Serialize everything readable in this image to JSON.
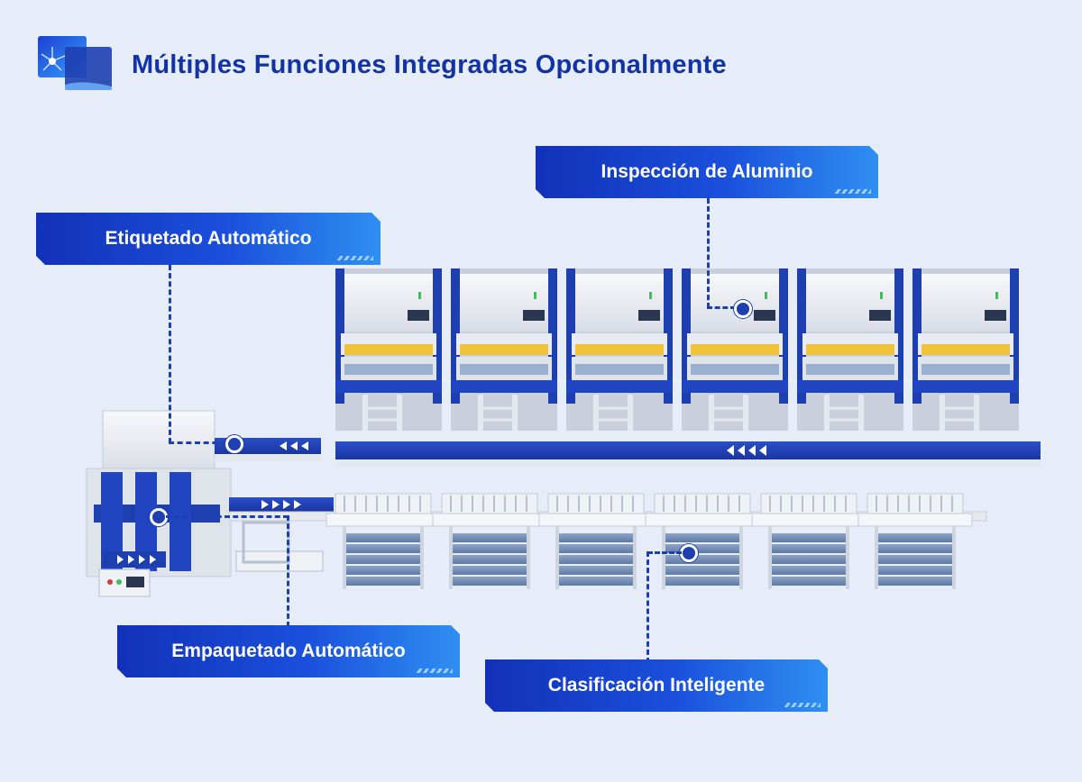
{
  "header": {
    "title": "Múltiples Funciones Integradas Opcionalmente",
    "logo_icon": "laser-spark-icon"
  },
  "callouts": {
    "inspection": "Inspección de Aluminio",
    "labeling": "Etiquetado Automático",
    "packaging": "Empaquetado Automático",
    "sorting": "Clasificación Inteligente"
  },
  "colors": {
    "background": "#e6edf9",
    "title": "#1233a6",
    "callout_start": "#1231b8",
    "callout_end": "#2f8ff2",
    "machine_blue": "#1d3fb0",
    "machine_white": "#f1f3f7"
  }
}
